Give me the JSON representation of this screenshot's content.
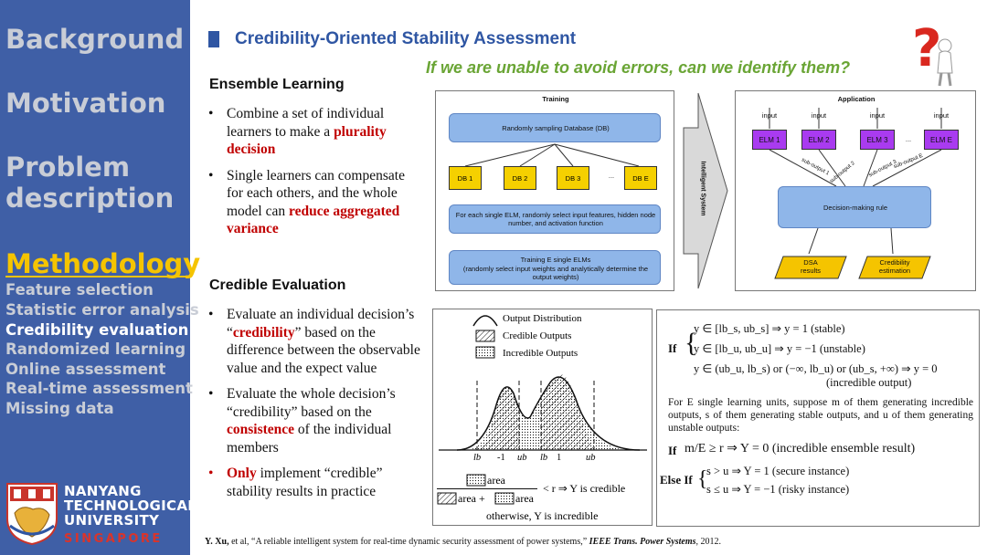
{
  "sidebar": {
    "nav_background": "Background",
    "nav_motivation": "Motivation",
    "nav_problem_line1": "Problem",
    "nav_problem_line2": "description",
    "nav_methodology": "Methodology",
    "sub_items": [
      "Feature selection",
      "Statistic error analysis",
      "Credibility evaluation",
      "Randomized learning",
      "Online assessment",
      "Real-time assessment",
      "Missing data"
    ],
    "active_sub_item": "Credibility evaluation",
    "logo": {
      "line1": "NANYANG",
      "line2": "TECHNOLOGICAL",
      "line3": "UNIVERSITY",
      "line4": "SINGAPORE"
    }
  },
  "header": {
    "title": "Credibility-Oriented Stability Assessment",
    "question": "If we are unable to avoid errors, can we identify them?"
  },
  "ensemble": {
    "heading": "Ensemble Learning",
    "b1_pre": "Combine a set of individual learners to make a ",
    "b1_em": "plurality decision",
    "b2_pre": "Single learners can compensate for each others, and the whole model can ",
    "b2_em": "reduce aggregated variance"
  },
  "credible": {
    "heading": "Credible Evaluation",
    "b1_pre": "Evaluate an individual decision’s “",
    "b1_em": "credibility",
    "b1_post": "” based on the difference between the observable value and the expect value",
    "b2_pre": "Evaluate the whole decision’s “credibility” based on the ",
    "b2_em": "consistence",
    "b2_post": " of the individual members",
    "b3_em": "Only",
    "b3_post": " implement “credible” stability results in practice"
  },
  "training": {
    "title": "Training",
    "sampling": "Randomly sampling Database (DB)",
    "dbs": [
      "DB 1",
      "DB 2",
      "DB 3",
      "...",
      "DB E"
    ],
    "select_text": "For each single ELM, randomly select input features, hidden node number, and activation function",
    "train_text_1": "Training E single ELMs",
    "train_text_2": "(randomly select input weights and analytically determine the output weights)",
    "arrow_label": "Intelligent System"
  },
  "application": {
    "title": "Application",
    "inputs": [
      "input",
      "input",
      "input",
      "input"
    ],
    "elms": [
      "ELM 1",
      "ELM 2",
      "ELM 3",
      "...",
      "ELM E"
    ],
    "sub_outputs": [
      "sub-output 1",
      "sub-output 2",
      "sub-output 3",
      "sub-output E"
    ],
    "decision": "Decision-making rule",
    "dsa_1": "DSA",
    "dsa_2": "results",
    "cred_1": "Credibility",
    "cred_2": "estimation"
  },
  "distribution": {
    "legend": [
      "Output Distribution",
      "Credible Outputs",
      "Incredible Outputs"
    ],
    "axis_ticks": [
      "lb",
      "-1",
      "ub",
      "lb",
      "1",
      "ub"
    ],
    "rule_area": "area",
    "rule_area2": "area",
    "rule_plus": "area +",
    "rule_cond": "< r  ⇒ Y is credible",
    "rule_else": "otherwise, Y is incredible"
  },
  "formula": {
    "if_label": "If",
    "c1": "y ∈ [lb_s, ub_s] ⇒ y = 1 (stable)",
    "c2": "y ∈ [lb_u, ub_u] ⇒ y = −1 (unstable)",
    "c3": "y ∈ (ub_u, lb_s) or (−∞, lb_u) or (ub_s, +∞) ⇒ y = 0",
    "c3b": "(incredible output)",
    "para": "For E single learning units, suppose m of them generating incredible outputs, s of them generating stable outputs, and u of them generating unstable outputs:",
    "if2_label": "If",
    "if2": "m/E ≥ r ⇒ Y = 0 (incredible ensemble result)",
    "elseif_label": "Else If",
    "e1": "s > u ⇒ Y = 1 (secure instance)",
    "e2": "s ≤ u ⇒ Y = −1 (risky instance)"
  },
  "reference": {
    "authors": "Y. Xu,",
    "rest": " et al, “A reliable intelligent system for real-time dynamic security assessment of power systems,” ",
    "journal": "IEEE Trans. Power Systems",
    "year": ", 2012."
  }
}
